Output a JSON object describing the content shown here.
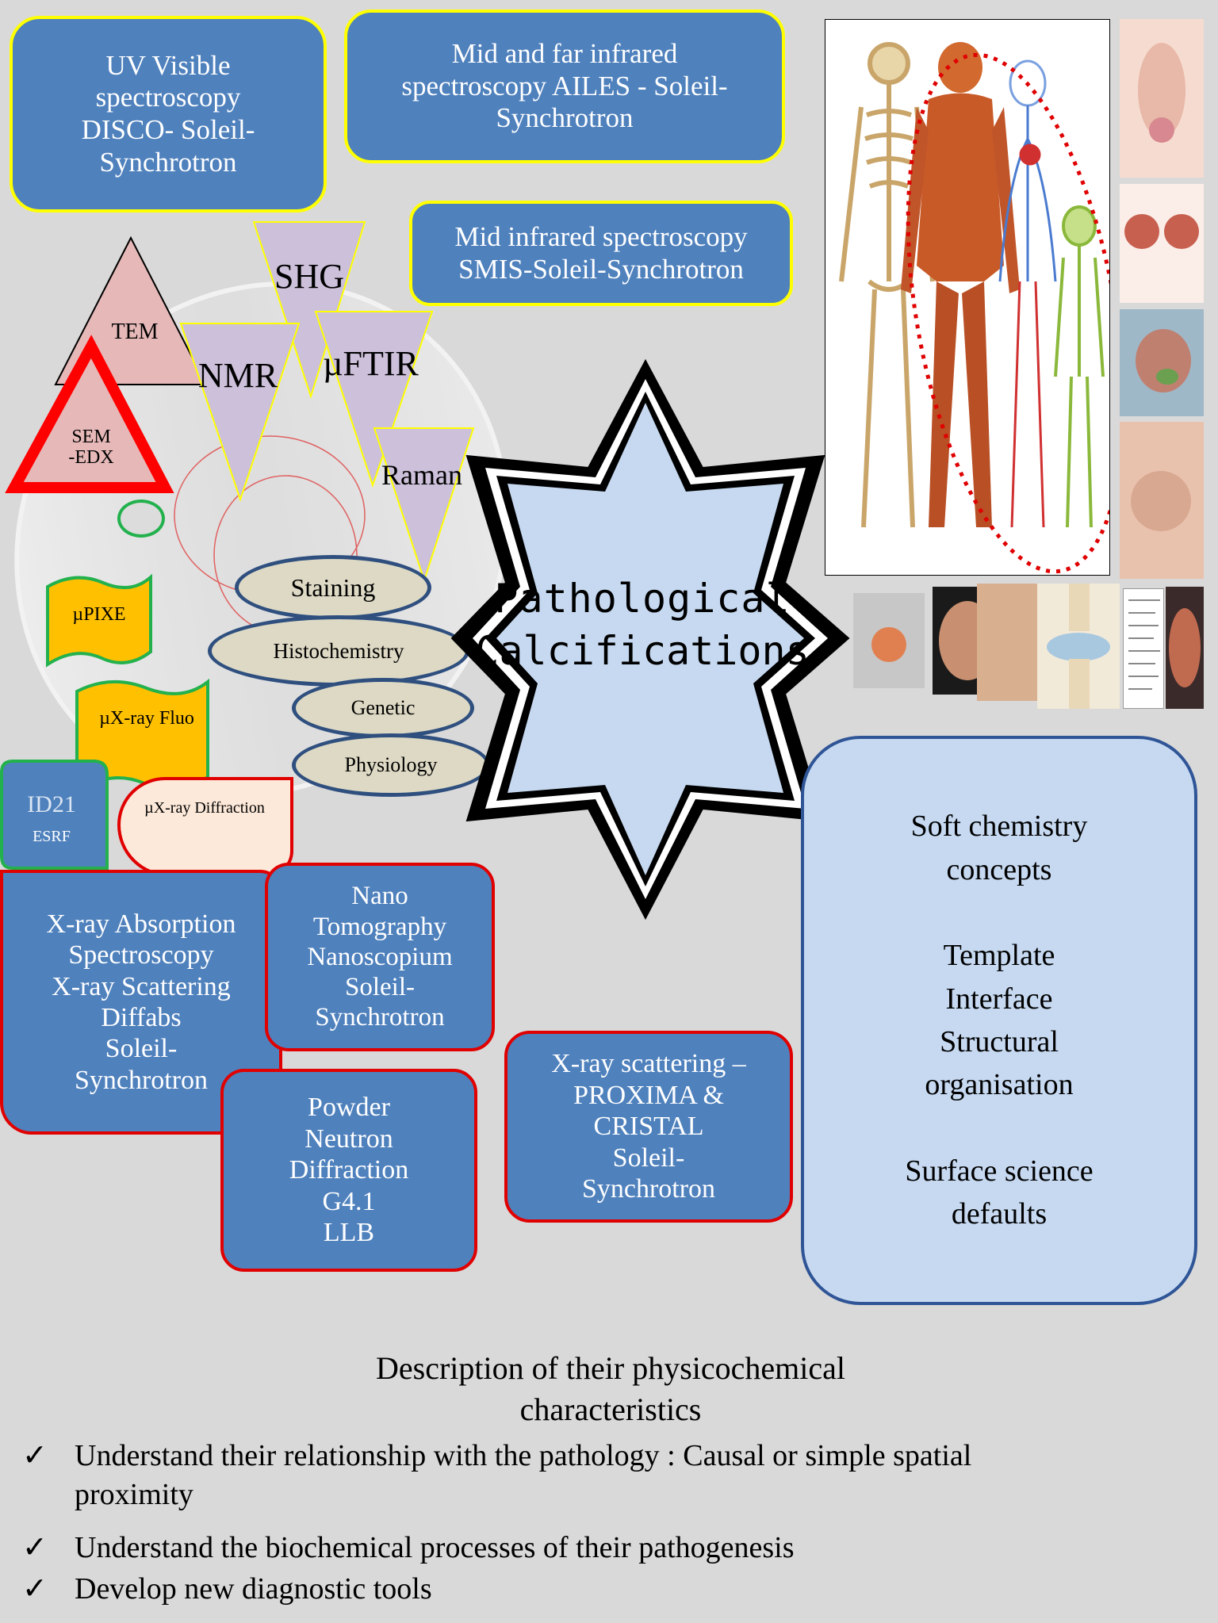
{
  "boxes": {
    "uv": "UV Visible\nspectroscopy\nDISCO- Soleil-\nSynchrotron",
    "ailes": "Mid and far infrared\nspectroscopy AILES - Soleil-\nSynchrotron",
    "smis": "Mid infrared spectroscopy\nSMIS-Soleil-Synchrotron",
    "xas": "X-ray Absorption\nSpectroscopy\nX-ray Scattering\nDiffabs\nSoleil-\nSynchrotron",
    "nano": "Nano\nTomography\nNanoscopium\nSoleil-\nSynchrotron",
    "powder": "Powder\nNeutron\nDiffraction\nG4.1\nLLB",
    "proxima": "X-ray scattering –\nPROXIMA &\nCRISTAL\nSoleil-\nSynchrotron",
    "soft": "Soft chemistry\nconcepts\n\nTemplate\nInterface\nStructural\norganisation\n\nSurface science\ndefaults"
  },
  "shapes": {
    "tem": "TEM",
    "sem": "SEM\n-EDX",
    "shg": "SHG",
    "nmr": "NMR",
    "uftir": "µFTIR",
    "raman": "Raman",
    "upixe": "µPIXE",
    "uxrayfluo": "µX-ray Fluo",
    "id21": "ID21",
    "esrf": "ESRF",
    "uxraydiff": "µX-ray Diffraction"
  },
  "ellipses": {
    "staining": "Staining",
    "histo": "Histochemistry",
    "genetic": "Genetic",
    "physiology": "Physiology"
  },
  "center": {
    "line1": "Pathological",
    "line2": "Calcifications"
  },
  "bottom": {
    "heading": "Description of their physicochemical\ncharacteristics",
    "check": "✓",
    "items": [
      "Understand  their relationship  with the pathology   : Causal or simple spatial\nproximity",
      "Understand  the biochemical  processes  of their pathogenesis",
      "Develop  new diagnostic  tools"
    ]
  },
  "colors": {
    "blue_box": "#4f81bd",
    "yellow_border": "#ffff00",
    "red_border": "#e00000",
    "green_border": "#22b14c",
    "orange_fill": "#ffc000",
    "lilac_fill": "#ccc0da",
    "pink_fill": "#e6b9b8",
    "center_fill": "#c6d9f1",
    "background": "#d9d9d9"
  }
}
